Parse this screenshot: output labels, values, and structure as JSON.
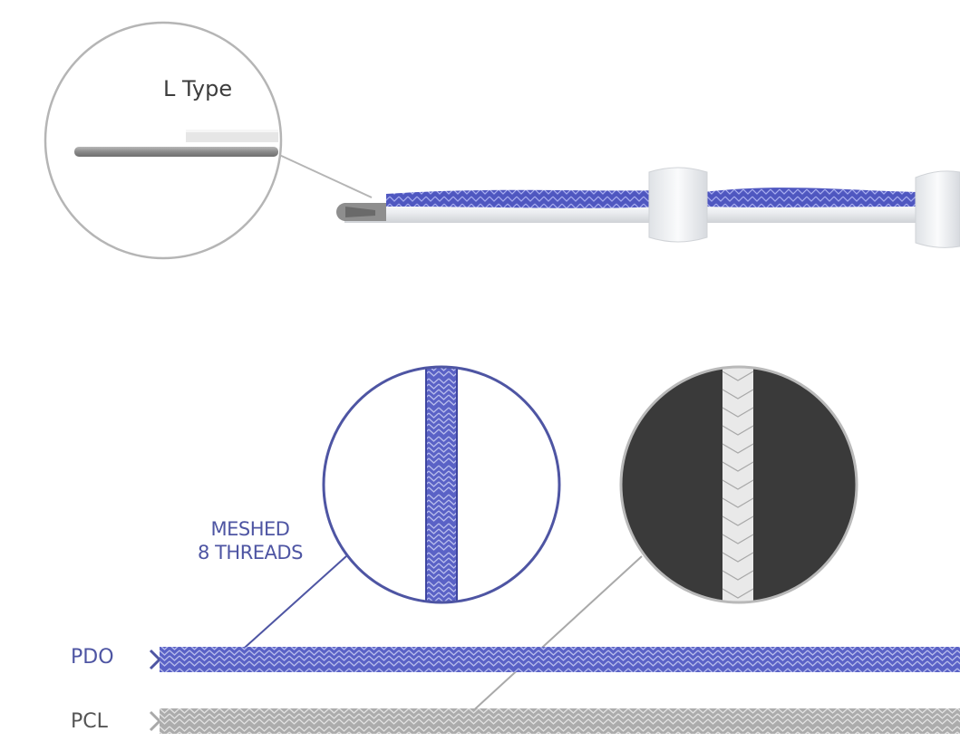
{
  "labels": {
    "l_type": "L Type",
    "meshed_line1": "MESHED",
    "meshed_line2": "8 THREADS",
    "pdo": "PDO",
    "pcl": "PCL"
  },
  "colors": {
    "pdo_blue": "#4e55a3",
    "thread_blue": "#5a63c4",
    "pcl_gray": "#a9a9a9",
    "dark_background": "#3a3a3a",
    "circle_outline": "#b5b5b5",
    "needle_steel": "#8c8c8c",
    "cannula_white": "#eef0f2",
    "text_dark": "#3d3d3d"
  }
}
